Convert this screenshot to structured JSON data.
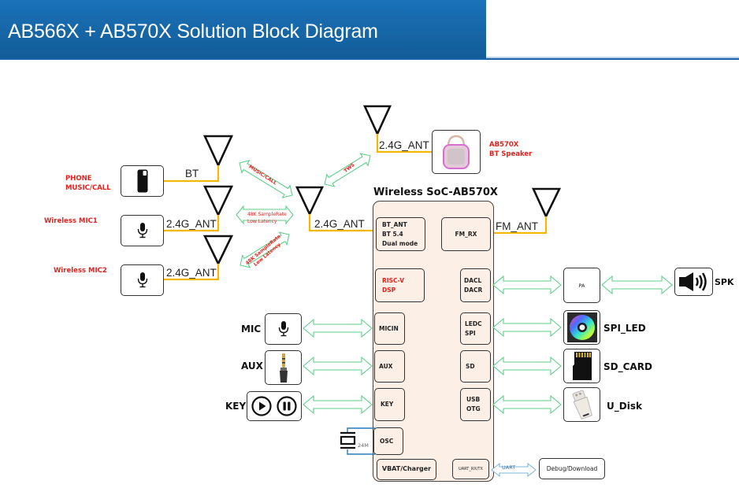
{
  "header": {
    "title": "AB566X + AB570X Solution Block Diagram",
    "band_color": "#1567a8"
  },
  "colors": {
    "wire": "#f5b800",
    "arrow": "#5fcf8a",
    "uart_arrow": "#7fb8dc",
    "osc_wire": "#2a7ab8",
    "red_label": "#e8201c",
    "soc_fill": "#fcefe6"
  },
  "left_devices": [
    {
      "label_line1": "PHONE",
      "label_line2": "MUSIC/CALL",
      "icon": "smartphone-icon",
      "link_label": "BT"
    },
    {
      "label_line1": "Wireless MIC1",
      "label_line2": "",
      "icon": "microphone-icon",
      "link_label": "2.4G_ANT"
    },
    {
      "label_line1": "Wireless MIC2",
      "label_line2": "",
      "icon": "microphone-icon",
      "link_label": "2.4G_ANT"
    }
  ],
  "wireless_links": [
    {
      "label": "MUSIC/CALL"
    },
    {
      "label_line1": "48K SampleRate",
      "label_line2": "Low Latency"
    },
    {
      "label_line1": "48K SampleRate",
      "label_line2": "Low Latency"
    },
    {
      "label": "TWS"
    }
  ],
  "hub_antenna_label": "2.4G_ANT",
  "speaker": {
    "antenna_label": "2.4G_ANT",
    "label_line1": "AB570X",
    "label_line2": "BT Speaker",
    "icon": "bt-speaker-icon"
  },
  "soc": {
    "title": "Wireless SoC-AB570X",
    "blocks": {
      "bt": [
        "BT_ANT",
        "BT 5.4",
        "Dual mode"
      ],
      "fm_rx": "FM_RX",
      "dsp": [
        "RISC-V",
        "DSP"
      ],
      "dac": [
        "DACL",
        "DACR"
      ],
      "micin": "MICIN",
      "ledc": [
        "LEDC",
        "SPI"
      ],
      "aux": "AUX",
      "sd": "SD",
      "key": "KEY",
      "usb": [
        "USB",
        "OTG"
      ],
      "osc": "OSC",
      "vbat": "VBAT/Charger",
      "uart": "UART_RX/TX"
    }
  },
  "fm_antenna_label": "FM_ANT",
  "crystal_label": "24M",
  "inputs": [
    {
      "label": "MIC",
      "icon": "microphone-icon"
    },
    {
      "label": "AUX",
      "icon": "audio-jack-icon"
    },
    {
      "label": "KEY",
      "icon": "play-pause-icon"
    }
  ],
  "outputs": {
    "pa": "PA",
    "spk": "SPK",
    "spi_led": "SPI_LED",
    "sd_card": "SD_CARD",
    "u_disk": "U_Disk"
  },
  "uart": {
    "link_label": "UART",
    "target": "Debug/Download"
  }
}
